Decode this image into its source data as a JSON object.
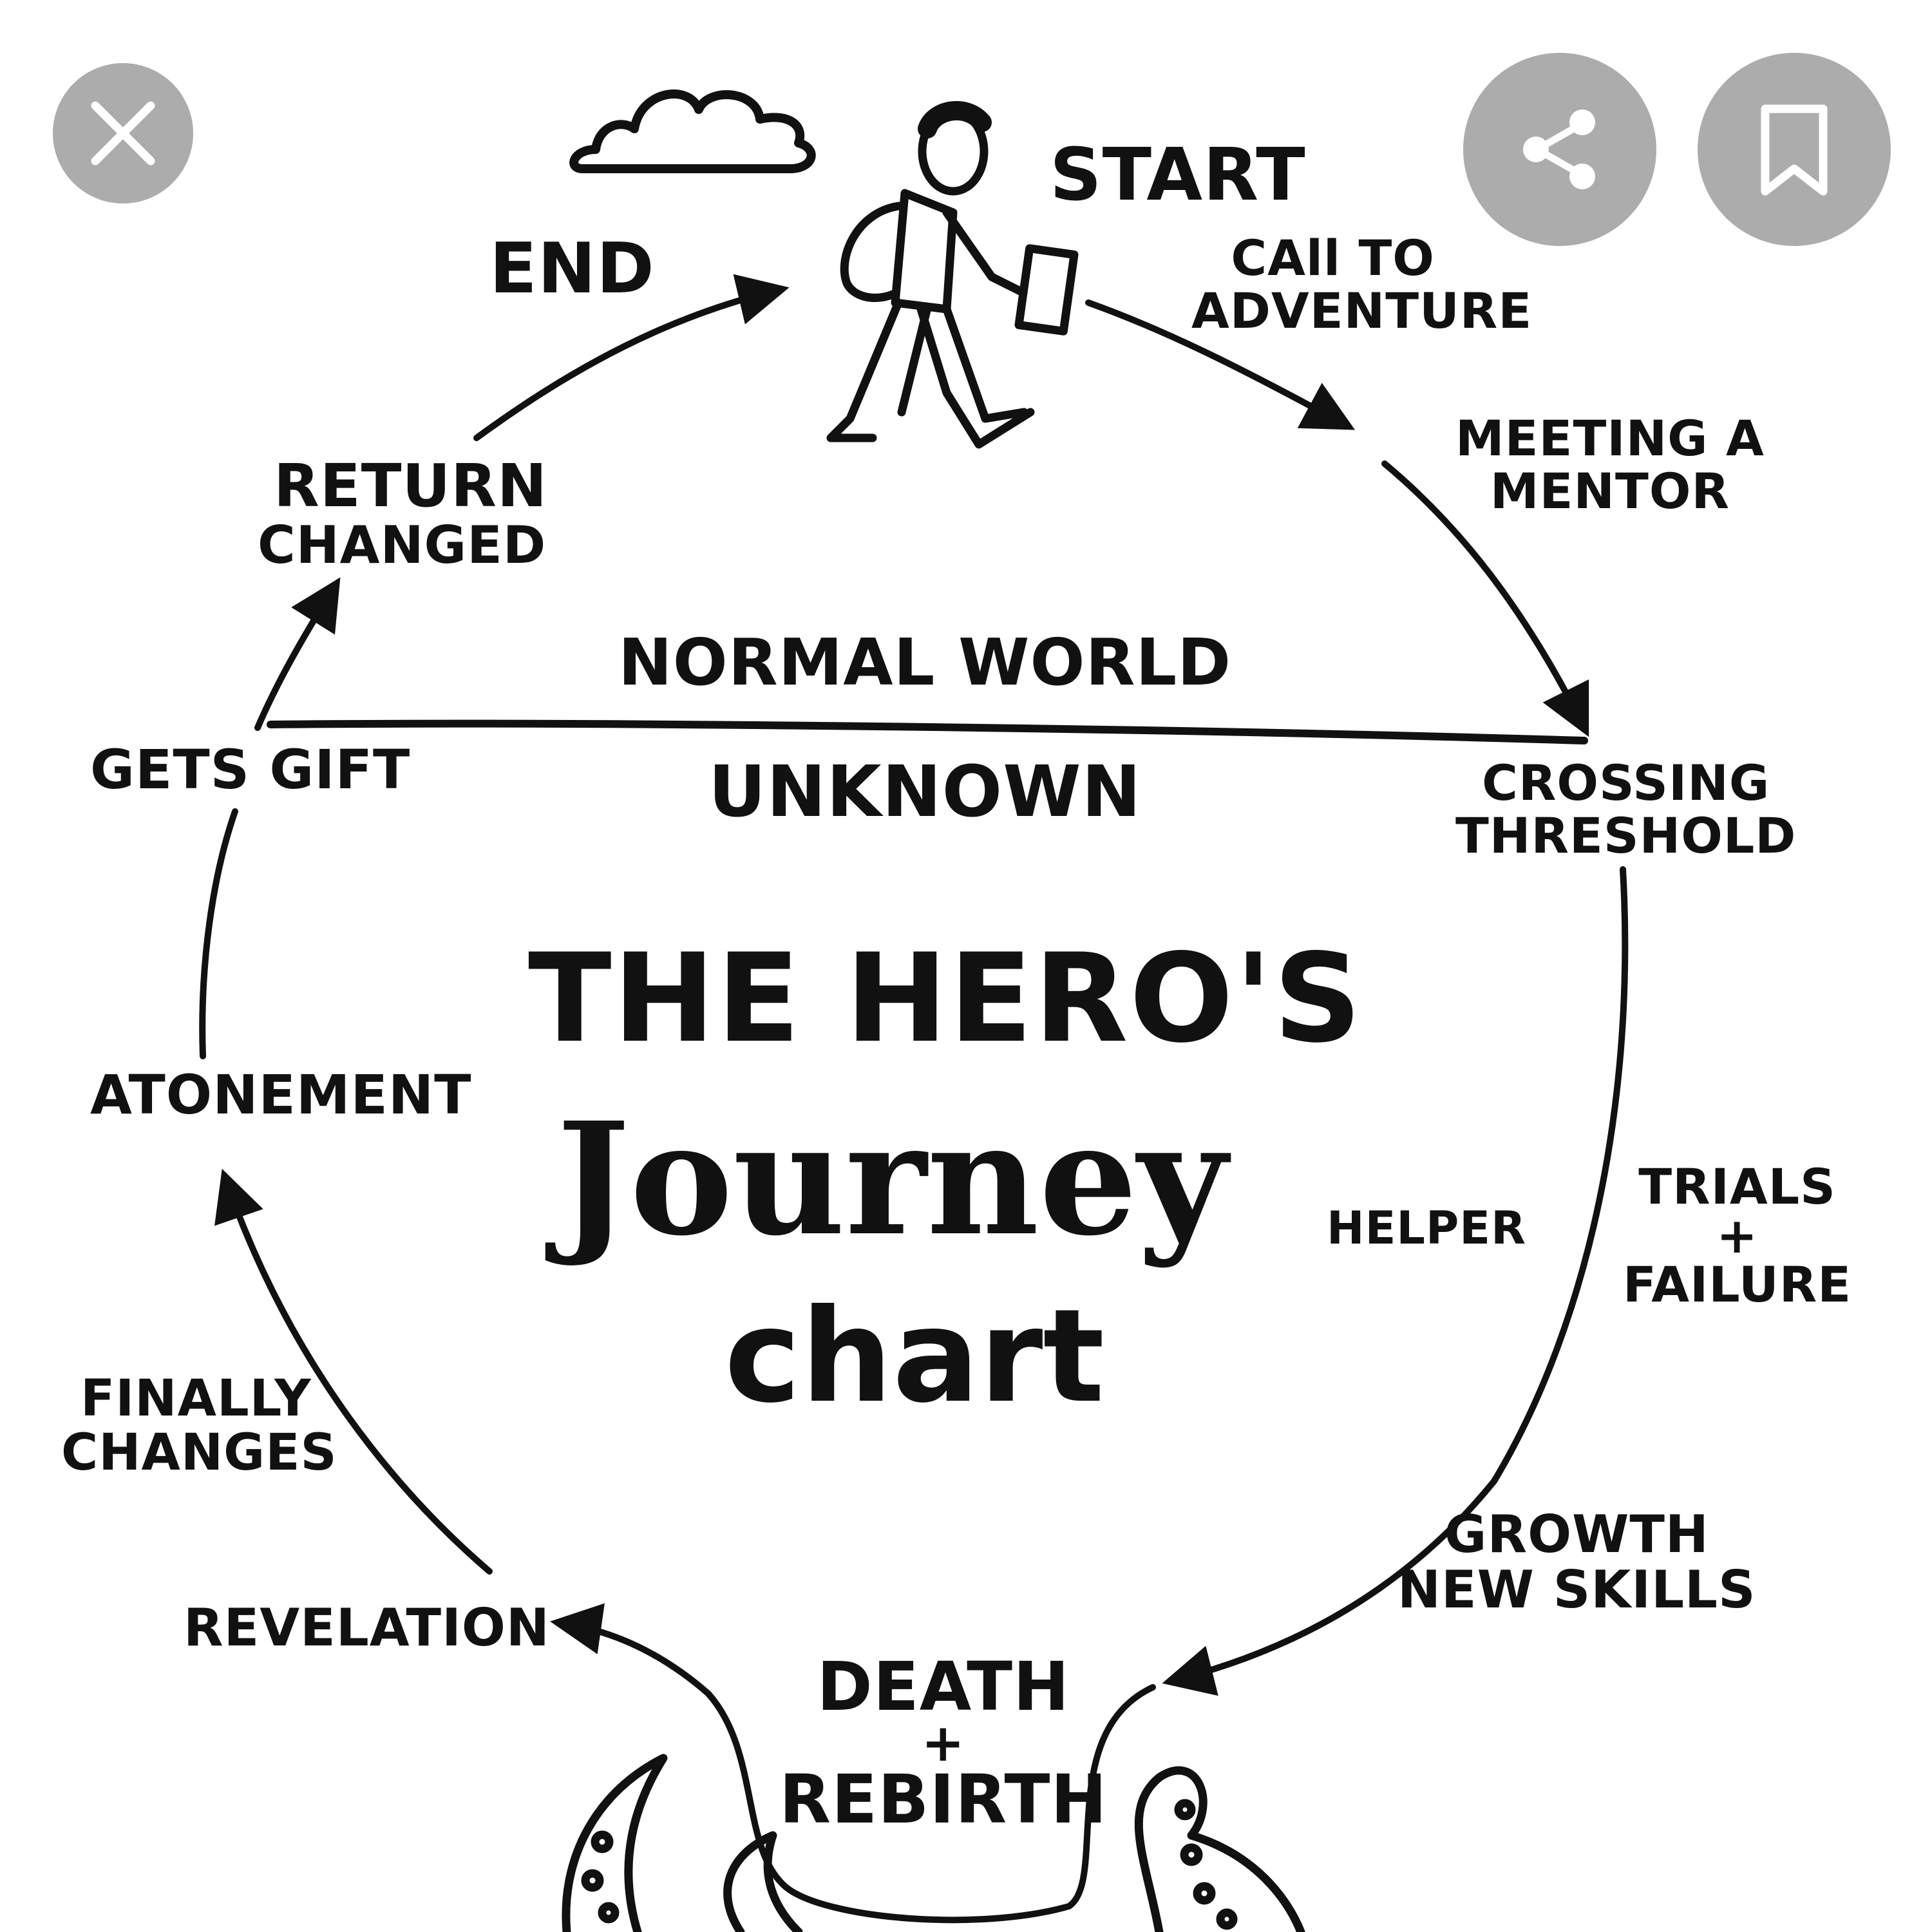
{
  "title": {
    "line1": "THE HERO'S",
    "line2": "Journey",
    "line3": "chart"
  },
  "regions": {
    "normal_world": "NORMAL WORLD",
    "unknown": "UNKNOWN"
  },
  "stages": {
    "start": "START",
    "call": [
      "CAll TO",
      "ADVENTURE"
    ],
    "mentor": [
      "MEETING A",
      "MENTOR"
    ],
    "threshold": [
      "CROSSING",
      "THRESHOLD"
    ],
    "helper": "HELPER",
    "trials": [
      "TRIALS",
      "+",
      "FAILURE"
    ],
    "growth": [
      "GROWTH",
      "NEW SKILLS"
    ],
    "death": [
      "DEATH",
      "+",
      "REBIRTH"
    ],
    "revelation": "REVELATION",
    "finally": [
      "FINALLY",
      "CHANGES"
    ],
    "atonement": "ATONEMENT",
    "gift": "GETS GIFT",
    "return": [
      "RETURN",
      "CHANGED"
    ],
    "end": "END"
  },
  "controls": {
    "close_icon": "close-icon",
    "share_icon": "share-icon",
    "bookmark_icon": "bookmark-icon",
    "button_color": "#9e9e9e"
  }
}
